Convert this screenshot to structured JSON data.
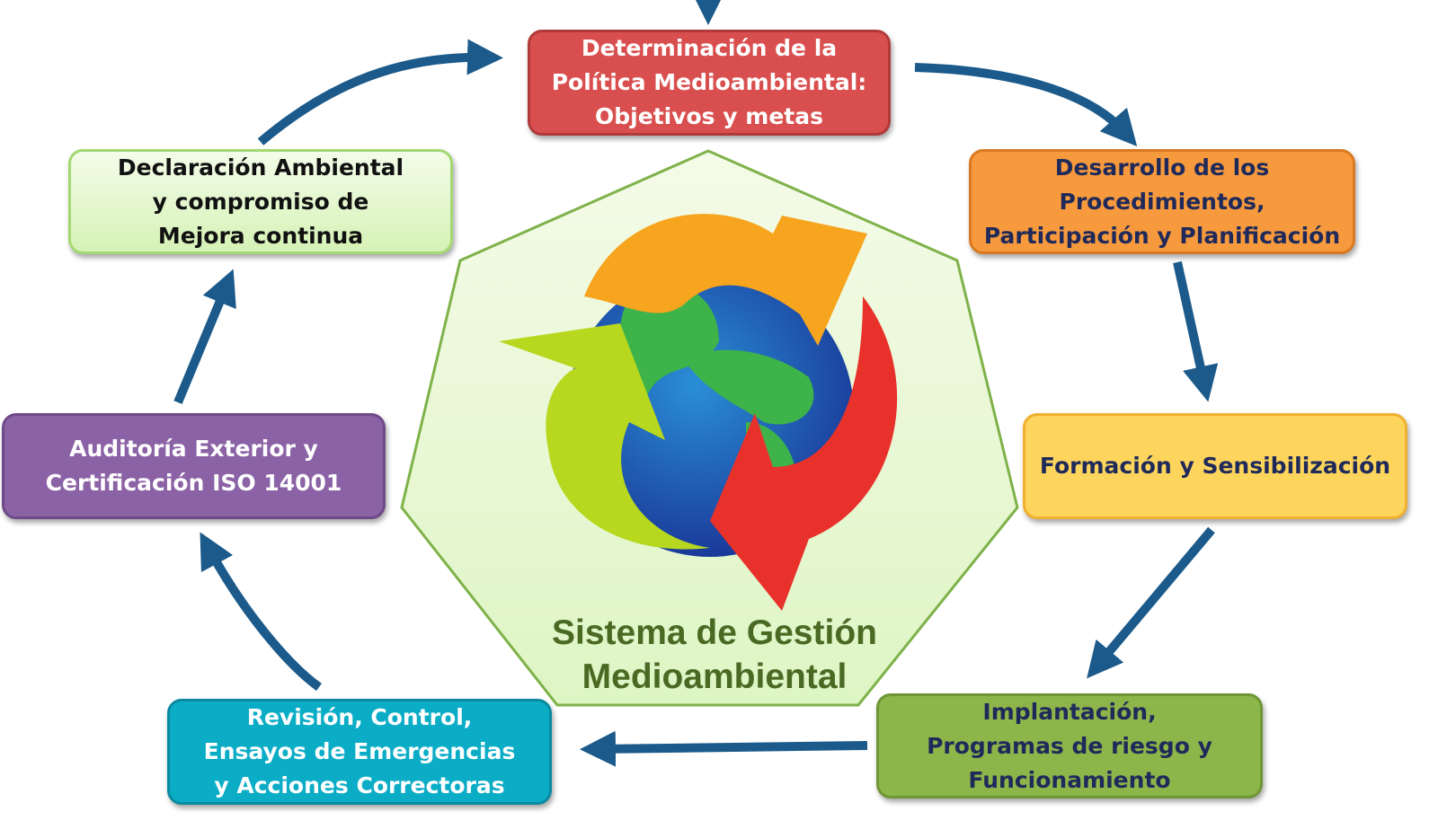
{
  "center": {
    "title": "Sistema de Gestión\nMedioambiental"
  },
  "steps": [
    {
      "label": "Determinación de la\nPolítica Medioambiental:\nObjetivos y metas",
      "color": "#d94f4f"
    },
    {
      "label": "Desarrollo de los\nProcedimientos,\nParticipación y Planificación",
      "color": "#f79a3e"
    },
    {
      "label": "Formación y Sensibilización",
      "color": "#fdd55c"
    },
    {
      "label": "Implantación,\nProgramas de riesgo y\nFuncionamiento",
      "color": "#8cb54a"
    },
    {
      "label": "Revisión, Control,\nEnsayos de Emergencias\ny Acciones Correctoras",
      "color": "#0badc6"
    },
    {
      "label": "Auditoría Exterior y\nCertificación ISO 14001",
      "color": "#8b62a5"
    },
    {
      "label": "Declaración Ambiental\ny compromiso de\nMejora continua",
      "color": "#e4f7cf"
    }
  ],
  "arrow_color": "#1b5a8a"
}
